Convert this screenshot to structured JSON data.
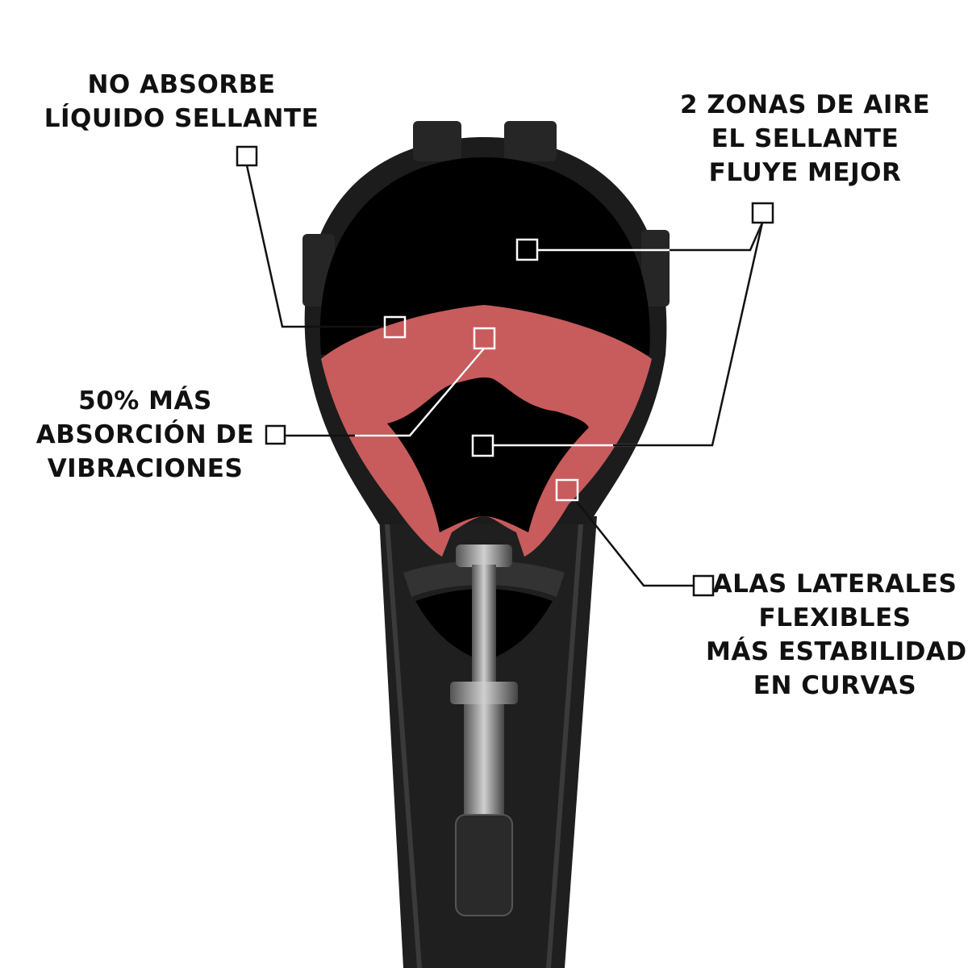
{
  "callouts": {
    "sealant": {
      "lines": [
        "NO ABSORBE",
        "LÍQUIDO SELLANTE"
      ]
    },
    "air_zones": {
      "lines": [
        "2 ZONAS DE AIRE",
        "EL SELLANTE",
        "FLUYE MEJOR"
      ]
    },
    "vibration": {
      "lines": [
        "50% MÁS",
        "ABSORCIÓN DE",
        "VIBRACIONES"
      ]
    },
    "wings": {
      "lines": [
        "ALAS LATERALES",
        "FLEXIBLES",
        "MÁS ESTABILIDAD",
        "EN CURVAS"
      ]
    }
  },
  "colors": {
    "insert": "#c85b5c",
    "tire": "#1c1c1c",
    "background": "#ffffff",
    "text": "#111111"
  }
}
